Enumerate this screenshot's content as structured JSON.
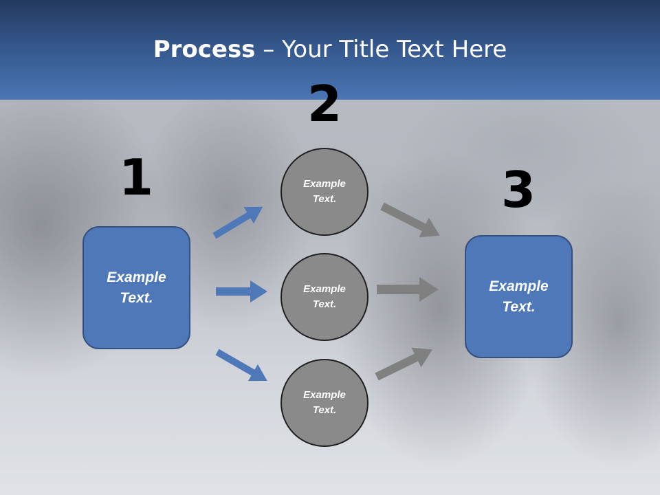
{
  "slide": {
    "title_bold": "Process",
    "title_rest": " – Your Title Text Here"
  },
  "steps": [
    {
      "number": "1",
      "line1": "Example",
      "line2": "Text."
    },
    {
      "number": "2"
    },
    {
      "number": "3",
      "line1": "Example",
      "line2": "Text."
    }
  ],
  "circles": [
    {
      "line1": "Example",
      "line2": "Text."
    },
    {
      "line1": "Example",
      "line2": "Text."
    },
    {
      "line1": "Example",
      "line2": "Text."
    }
  ],
  "colors": {
    "header_top": "#243a5e",
    "header_bottom": "#4a76b4",
    "box_fill": "#4f78b8",
    "circle_fill": "#8a8a8a",
    "arrow_blue": "#4f78b8",
    "arrow_gray": "#808080"
  }
}
